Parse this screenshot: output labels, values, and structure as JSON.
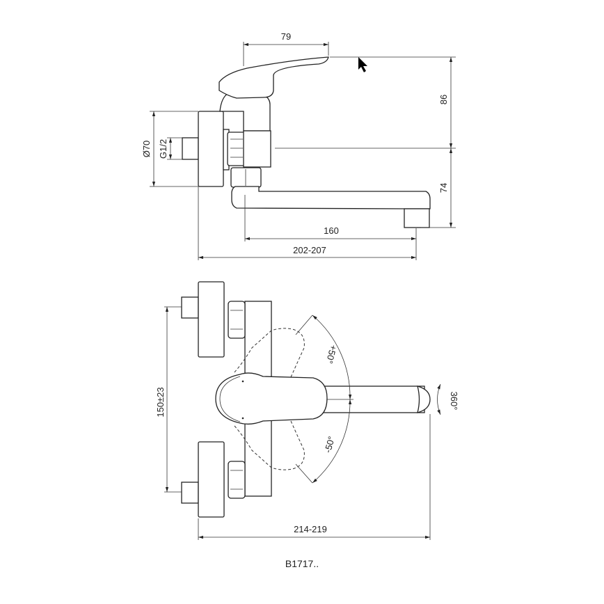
{
  "side_view": {
    "dim_lever_length": "79",
    "dim_height_above_axis": "86",
    "dim_height_below_axis": "74",
    "dim_diameter": "Ø70",
    "dim_thread": "G1/2",
    "dim_spout_reach": "160",
    "dim_total_projection": "202-207"
  },
  "top_view": {
    "dim_centers": "150±23",
    "dim_lever_up": "+50°",
    "dim_lever_down": "-50°",
    "dim_spout_swivel": "360°",
    "dim_total_projection": "214-219"
  },
  "model_code": "B1717..",
  "cursor_icon": "arrow-pointer-icon"
}
